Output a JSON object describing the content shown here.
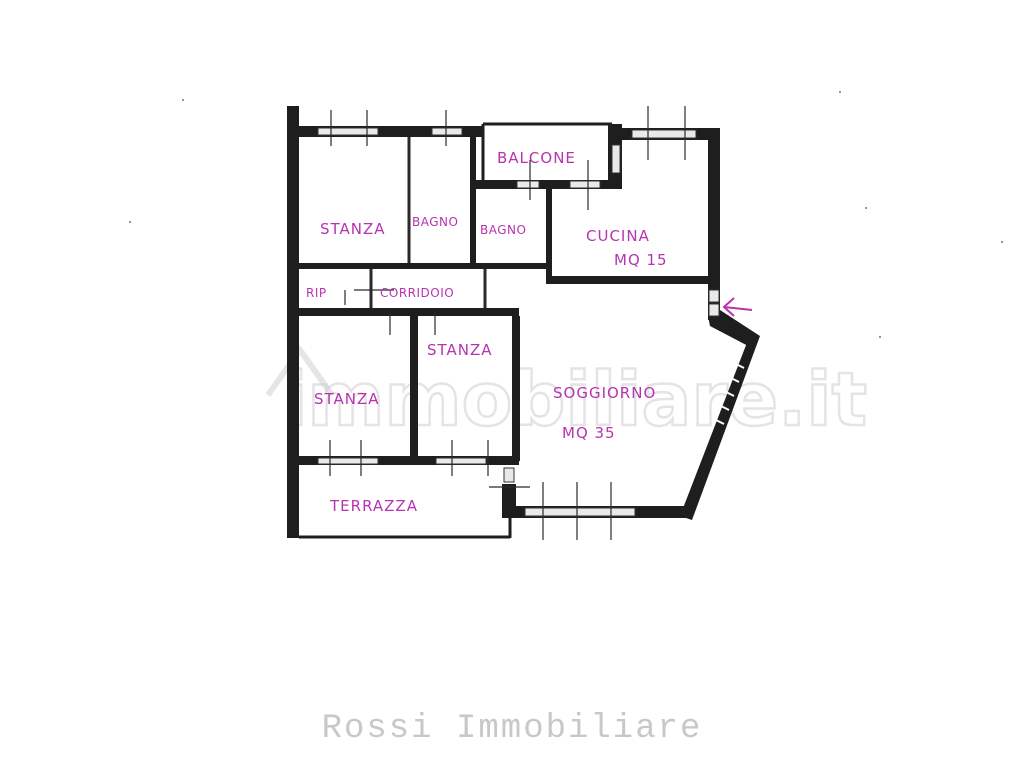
{
  "floorplan": {
    "rooms": [
      {
        "id": "stanza-top-left",
        "label": "STANZA"
      },
      {
        "id": "bagno-1",
        "label": "BAGNO"
      },
      {
        "id": "bagno-2",
        "label": "BAGNO"
      },
      {
        "id": "balcone",
        "label": "BALCONE"
      },
      {
        "id": "cucina",
        "label": "CUCINA",
        "area": "MQ 15"
      },
      {
        "id": "ripostiglio",
        "label": "RIP"
      },
      {
        "id": "corridoio",
        "label": "CORRIDOIO"
      },
      {
        "id": "stanza-bottom-left",
        "label": "STANZA"
      },
      {
        "id": "stanza-bottom-middle",
        "label": "STANZA"
      },
      {
        "id": "soggiorno",
        "label": "SOGGIORNO",
        "area": "MQ 35"
      },
      {
        "id": "terrazza",
        "label": "TERRAZZA"
      }
    ],
    "entrance_arrow": "entrance-arrow",
    "label_color": "#b833b0",
    "wall_color": "#1e1e1e"
  },
  "watermark": {
    "text": "immobiliare.it"
  },
  "footer": {
    "agency": "Rossi Immobiliare"
  }
}
